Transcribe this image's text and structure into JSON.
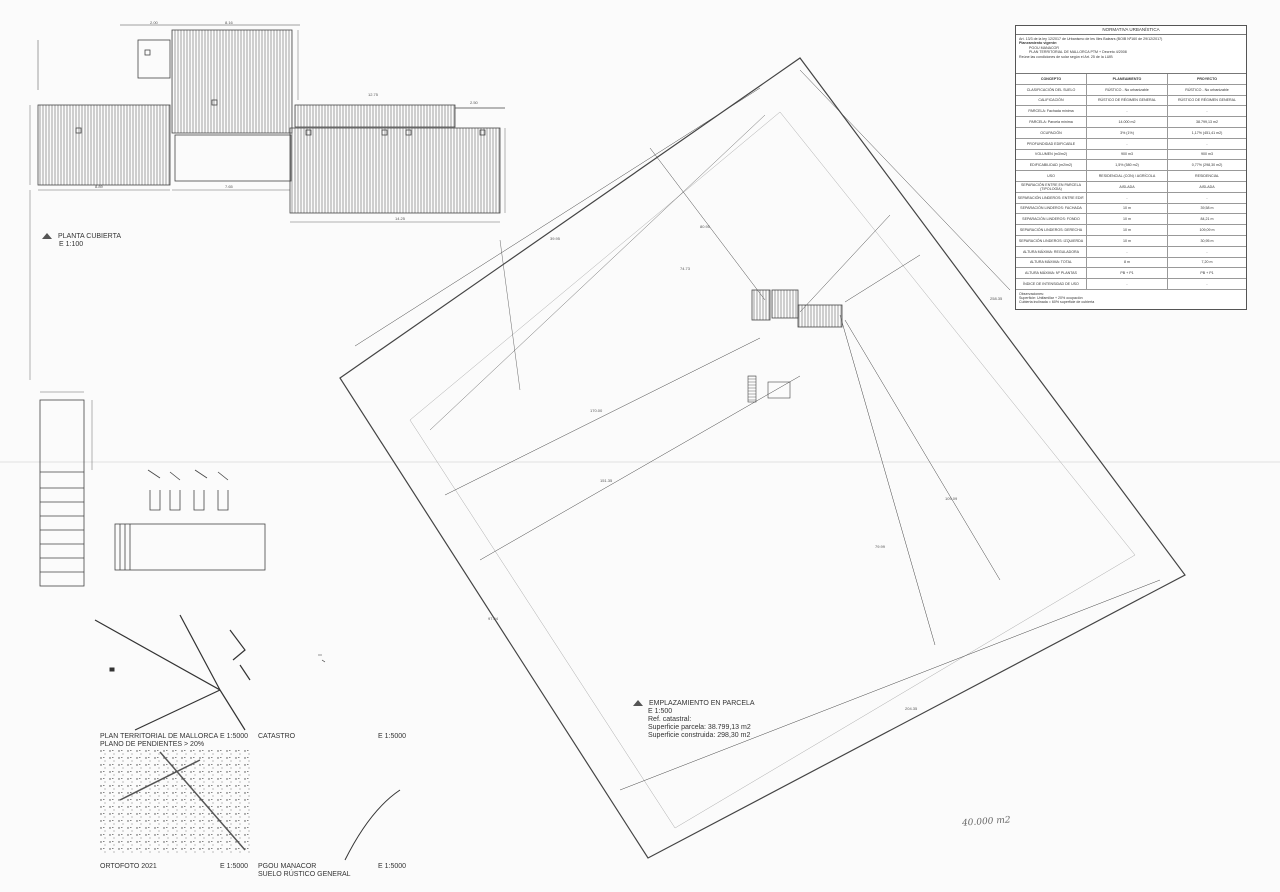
{
  "planta_cubierta": {
    "title": "PLANTA CUBIERTA",
    "scale": "E 1:100"
  },
  "emplazamiento": {
    "title": "EMPLAZAMIENTO EN PARCELA",
    "scale": "E 1:500",
    "ref": "Ref. catastral:",
    "sup_parcela": "Superficie parcela: 38.799,13 m2",
    "sup_construida": "Superficie construida: 298,30 m2"
  },
  "maps": {
    "pt_title": "PLAN TERRITORIAL DE MALLORCA",
    "pt_subtitle": "PLANO DE PENDIENTES > 20%",
    "pt_scale": "E 1:5000",
    "catastro": "CATASTRO",
    "catastro_scale": "E 1:5000",
    "ortofoto": "ORTOFOTO 2021",
    "ortofoto_scale": "E 1:5000",
    "pgou_title": "PGOU MANACOR",
    "pgou_subtitle": "SUELO RÚSTICO GENERAL",
    "pgou_scale": "E 1:5000"
  },
  "handwritten": "40.000 m2",
  "normativa": {
    "title": "NORMATIVA URBANÍSTICA",
    "intro": [
      "Art. 13/3 de la ley 12/2017 de Urbanismo de les Illes Balears (BOIB Nº160 de 29/12/2017)",
      "Planeamiento vigente:",
      "PGOU MANACOR",
      "PLAN TERRITORIAL DE MALLORCA PTM + Decreto 4/2008",
      "Reúne las condiciones de solar según el Art. 25 de la LUIB"
    ],
    "headers": [
      "CONCEPTO",
      "PLANEAMIENTO",
      "PROYECTO"
    ],
    "rows": [
      [
        "CLASIFICACIÓN DEL SUELO",
        "RÚSTICO - No urbanizable",
        "RÚSTICO - No urbanizable"
      ],
      [
        "CALIFICACIÓN",
        "RÚSTICO DE RÉGIMEN GENERAL",
        "RÚSTICO DE RÉGIMEN GENERAL"
      ],
      [
        "PARCELA: Fachada mínima",
        "-",
        "-"
      ],
      [
        "PARCELA: Parcela mínima",
        "14.000 m2",
        "38.799,13 m2"
      ],
      [
        "OCUPACIÓN",
        "3% (1%)",
        "1,17% (451,41 m2)"
      ],
      [
        "PROFUNDIDAD EDIFICABLE",
        "-",
        "-"
      ],
      [
        "VOLUMEN (m3/m2)",
        "900 m3",
        "900 m3"
      ],
      [
        "EDIFICABILIDAD (m2/m2)",
        "1,5% (580 m2)",
        "0,77% (298,30 m2)"
      ],
      [
        "USO",
        "RESIDENCIAL (CON) / AGRÍCOLA",
        "RESIDENCIAL"
      ],
      [
        "SEPARACIÓN ENTRE EN PARCELA (TIPOLOGÍA)",
        "AISLADA",
        "AISLADA"
      ],
      [
        "SEPARACIÓN LINDEROS: ENTRE EDIF.",
        "-",
        "-"
      ],
      [
        "SEPARACIÓN LINDEROS: FACHADA",
        "10 m",
        "39,58 m"
      ],
      [
        "SEPARACIÓN LINDEROS: FONDO",
        "10 m",
        "84,21 m"
      ],
      [
        "SEPARACIÓN LINDEROS: DERECHA",
        "10 m",
        "109,09 m"
      ],
      [
        "SEPARACIÓN LINDEROS: IZQUIERDA",
        "10 m",
        "30,95 m"
      ],
      [
        "ALTURA MÁXIMA: REGULADORA",
        "-",
        "-"
      ],
      [
        "ALTURA MÁXIMA: TOTAL",
        "8 m",
        "7,20 m"
      ],
      [
        "ALTURA MÁXIMA: Nº PLANTAS",
        "PB + P1",
        "PB + P1"
      ],
      [
        "ÍNDICE DE INTENSIDAD DE USO",
        "-",
        "-"
      ]
    ],
    "observaciones": [
      "Observaciones:",
      "Superficie: Unifamiliar + 20% ocupación",
      "Cubierta inclinada = 60% superficie de cubierta"
    ]
  }
}
